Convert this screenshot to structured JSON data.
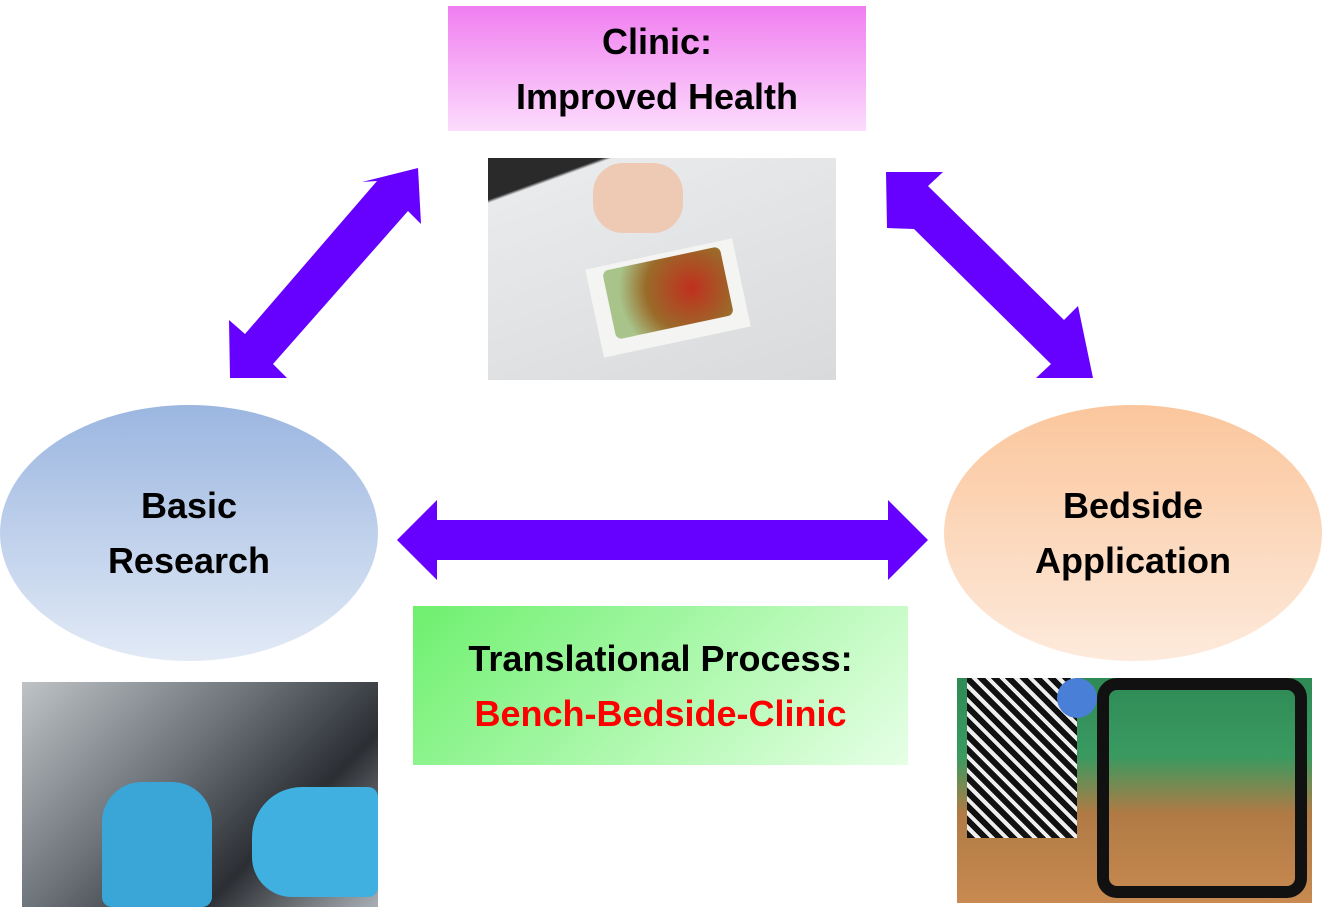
{
  "clinic": {
    "line1": "Clinic:",
    "line2": "Improved Health"
  },
  "basic_research": {
    "line1": "Basic",
    "line2": "Research"
  },
  "bedside": {
    "line1": "Bedside",
    "line2": "Application"
  },
  "translational": {
    "line1": "Translational Process:",
    "line2": "Bench-Bedside-Clinic"
  },
  "colors": {
    "arrow": "#6600ff",
    "accent_text": "#ff0000"
  }
}
